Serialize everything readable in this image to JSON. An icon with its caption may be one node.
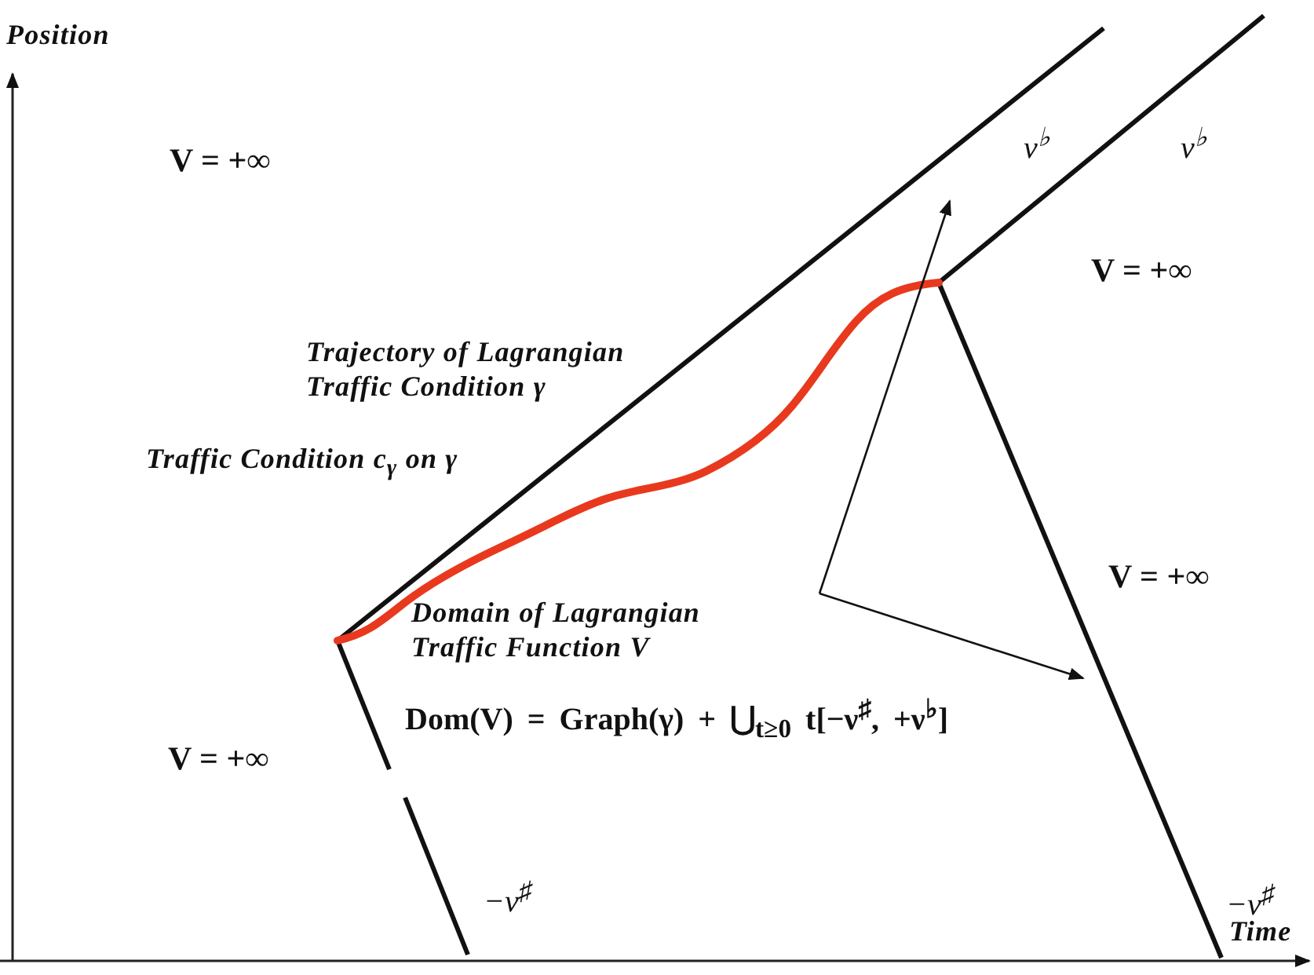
{
  "diagram": {
    "labels": [
      "Position",
      "V = +∞",
      "ν$^{♭}$",
      "ν$^{♭}$",
      "V = +∞",
      "Trajectory of Lagrangian Traffic Condition γ",
      "Traffic Condition c$_{γ}$ on γ",
      "V = +∞",
      "Domain of Lagrangian Traffic Function V",
      "Dom(V) = Graph(γ) + ⋃$_{t≥0}$ t[−ν$^{♯}$, +ν$^{♭}$]",
      "V = +∞",
      "−ν$^{♯}$",
      "−ν$^{♯}$",
      "Time"
    ]
  }
}
